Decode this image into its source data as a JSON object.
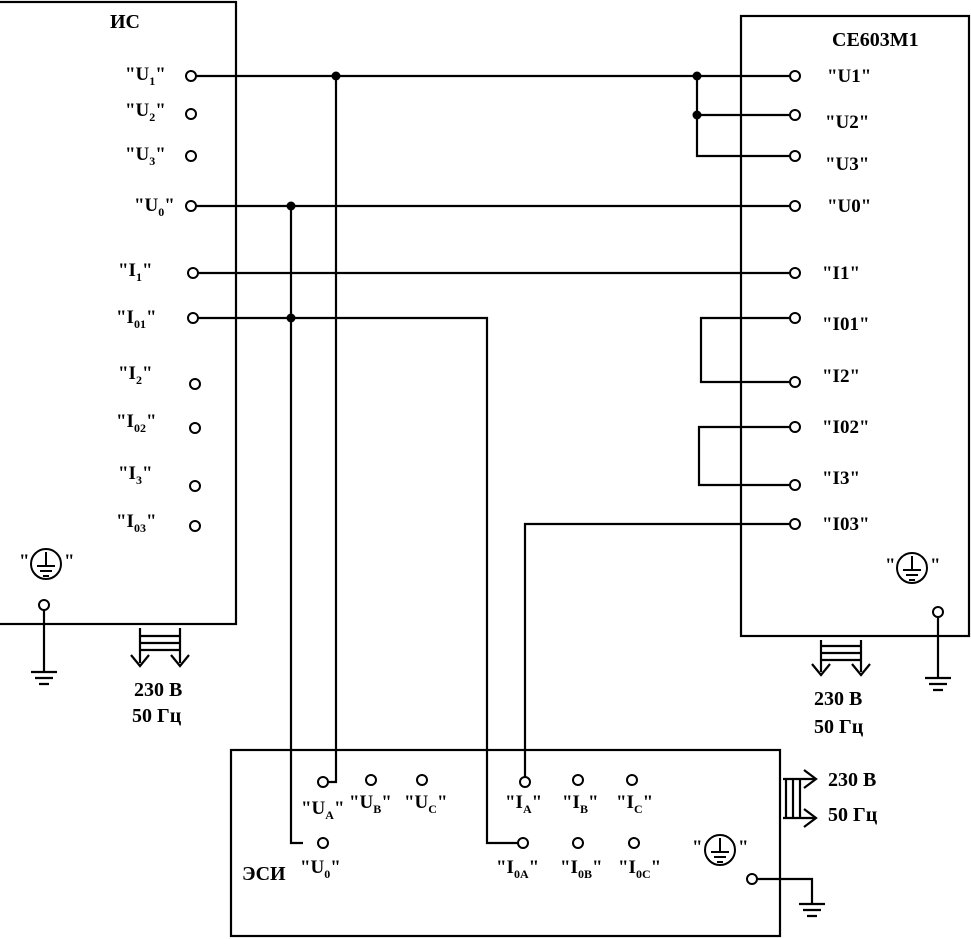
{
  "devices": {
    "is": {
      "name": "ИС",
      "terminals": [
        {
          "base": "\"U",
          "sub": "1",
          "end": "\""
        },
        {
          "base": "\"U",
          "sub": "2",
          "end": "\""
        },
        {
          "base": "\"U",
          "sub": "3",
          "end": "\""
        },
        {
          "base": "\"U",
          "sub": "0",
          "end": "\""
        },
        {
          "base": "\"I",
          "sub": "1",
          "end": "\""
        },
        {
          "base": "\"I",
          "sub": "01",
          "end": "\""
        },
        {
          "base": "\"I",
          "sub": "2",
          "end": "\""
        },
        {
          "base": "\"I",
          "sub": "02",
          "end": "\""
        },
        {
          "base": "\"I",
          "sub": "3",
          "end": "\""
        },
        {
          "base": "\"I",
          "sub": "03",
          "end": "\""
        }
      ],
      "power_voltage": "230 В",
      "power_freq": "50 Гц"
    },
    "ce": {
      "name": "CE603M1",
      "terminals": [
        "\"U1\"",
        "\"U2\"",
        "\"U3\"",
        "\"U0\"",
        "\"I1\"",
        "\"I01\"",
        "\"I2\"",
        "\"I02\"",
        "\"I3\"",
        "\"I03\""
      ],
      "power_voltage": "230 В",
      "power_freq": "50 Гц"
    },
    "esi": {
      "name": "ЭСИ",
      "terminals_top": [
        {
          "base": "\"U",
          "sub": "A",
          "end": "\""
        },
        {
          "base": "\"U",
          "sub": "B",
          "end": "\""
        },
        {
          "base": "\"U",
          "sub": "C",
          "end": "\""
        },
        {
          "base": "\"I",
          "sub": "A",
          "end": "\""
        },
        {
          "base": "\"I",
          "sub": "B",
          "end": "\""
        },
        {
          "base": "\"I",
          "sub": "C",
          "end": "\""
        }
      ],
      "terminals_bottom": [
        {
          "base": "\"U",
          "sub": "0",
          "end": "\""
        },
        {
          "base": "\"I",
          "sub": "0A",
          "end": "\""
        },
        {
          "base": "\"I",
          "sub": "0B",
          "end": "\""
        },
        {
          "base": "\"I",
          "sub": "0C",
          "end": "\""
        }
      ],
      "power_voltage": "230 В",
      "power_freq": "50 Гц"
    }
  },
  "ground_label_open": "\"",
  "ground_label_close": "\""
}
